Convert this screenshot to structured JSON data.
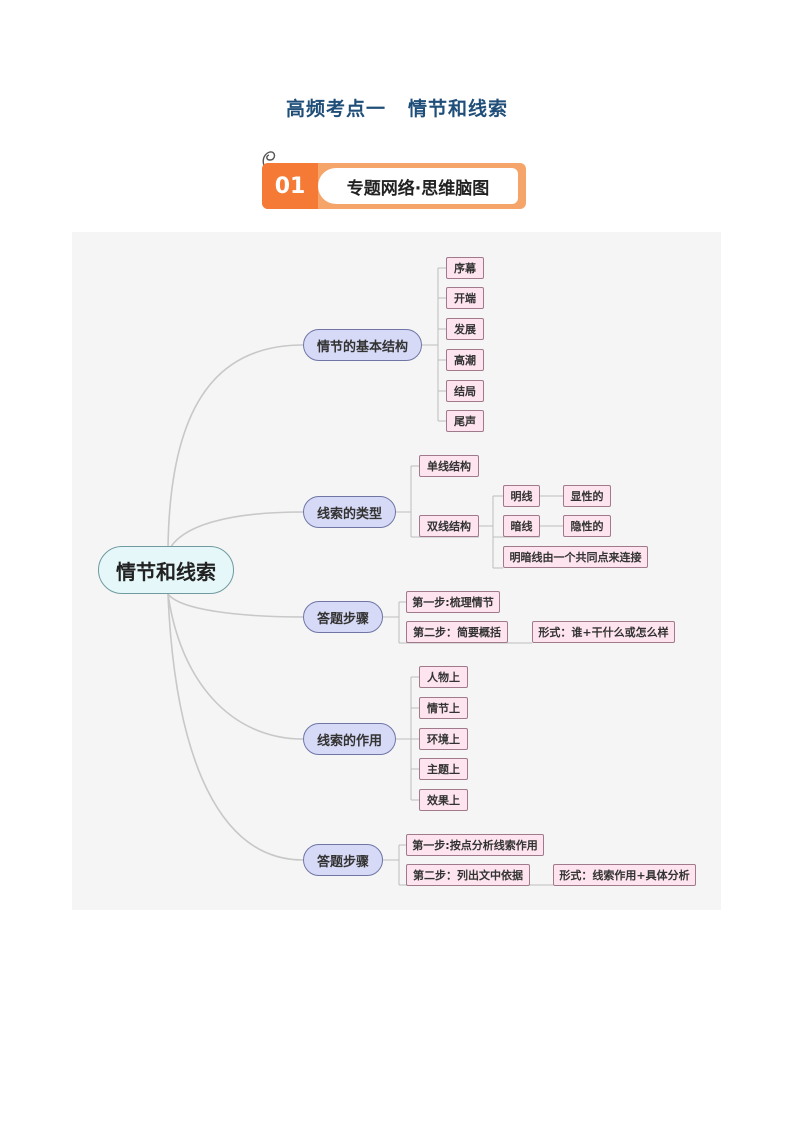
{
  "page": {
    "title_part1": "高频考点一",
    "title_part2": "情节和线索"
  },
  "banner": {
    "number": "01",
    "label": "专题网络·思维脑图"
  },
  "mindmap": {
    "root": "情节和线索",
    "branch1": {
      "label": "情节的基本结构",
      "items": [
        "序幕",
        "开端",
        "发展",
        "高潮",
        "结局",
        "尾声"
      ]
    },
    "branch2": {
      "label": "线索的类型",
      "single": "单线结构",
      "double": "双线结构",
      "bright": "明线",
      "bright_note": "显性的",
      "dark": "暗线",
      "dark_note": "隐性的",
      "connect": "明暗线由一个共同点来连接"
    },
    "branch3": {
      "label": "答题步骤",
      "step1": "第一步:梳理情节",
      "step2": "第二步：简要概括",
      "form": "形式：谁+干什么或怎么样"
    },
    "branch4": {
      "label": "线索的作用",
      "items": [
        "人物上",
        "情节上",
        "环境上",
        "主题上",
        "效果上"
      ]
    },
    "branch5": {
      "label": "答题步骤",
      "step1": "第一步:按点分析线索作用",
      "step2": "第二步：列出文中依据",
      "form": "形式：线索作用+具体分析"
    }
  }
}
